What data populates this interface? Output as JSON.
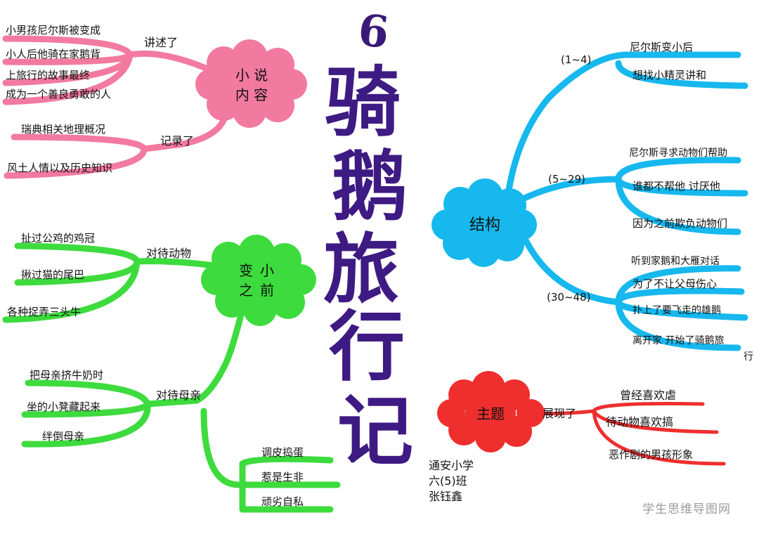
{
  "title": {
    "number": "6",
    "chars": [
      "骑",
      "鹅",
      "旅",
      "行",
      "记"
    ]
  },
  "author": [
    "通安小学",
    "六(5)班",
    "张钰鑫"
  ],
  "watermark": "学生思维导图网",
  "colors": {
    "pink": "#f27aa0",
    "green": "#3ddb3d",
    "blue": "#16b8ee",
    "red": "#ef2e2e",
    "title": "#3e1a83"
  },
  "branches": {
    "novel": {
      "label": "小说内容",
      "label_lines": [
        "小 说",
        "内 容"
      ],
      "sub1": {
        "label": "讲述了",
        "items": [
          "小男孩尼尔斯被变成",
          "小人后他骑在家鹅背",
          "上旅行的故事最终",
          "成为一个善良勇敢的人"
        ]
      },
      "sub2": {
        "label": "记录了",
        "items": [
          "瑞典相关地理概况",
          "风土人情以及历史知识"
        ]
      }
    },
    "before": {
      "label": "变小之前",
      "label_lines": [
        "变",
        "小",
        "之",
        "前"
      ],
      "sub1": {
        "label": "对待动物",
        "items": [
          "扯过公鸡的鸡冠",
          "揪过猫的尾巴",
          "各种捉弄三头牛"
        ]
      },
      "sub2": {
        "label": "对待母亲",
        "items": [
          "把母亲挤牛奶时",
          "坐的小凳藏起来",
          "绊倒母亲"
        ]
      },
      "sub3": {
        "items": [
          "调皮捣蛋",
          "惹是生非",
          "顽劣自私"
        ]
      }
    },
    "structure": {
      "label": "结构",
      "sub1": {
        "label": "(1~4)",
        "items": [
          "尼尔斯变小后",
          "想找小精灵讲和"
        ]
      },
      "sub2": {
        "label": "(5~29)",
        "items": [
          "尼尔斯寻求动物们帮助",
          "谁都不帮他 讨厌他",
          "因为之前欺负动物们"
        ]
      },
      "sub3": {
        "label": "(30~48)",
        "items": [
          "听到家鹅和大雁对话",
          "为了不让父母伤心",
          "扑上了要飞走的雄鹅",
          "离开家 开始了骑鹅旅",
          "行"
        ]
      }
    },
    "theme": {
      "label": "主题",
      "sub1": {
        "label": "展现了",
        "items": [
          "曾经喜欢虐",
          "待动物喜欢搞",
          "恶作剧的男孩形象"
        ]
      }
    }
  }
}
